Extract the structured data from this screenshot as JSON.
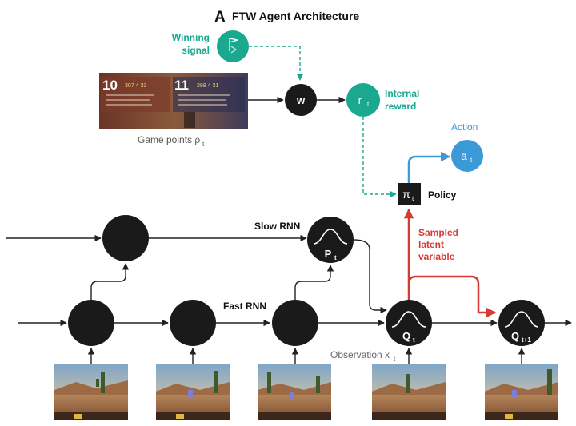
{
  "panel_letter": "A",
  "title": "FTW Agent Architecture",
  "labels": {
    "winning_signal_line1": "Winning",
    "winning_signal_line2": "signal",
    "game_points": "Game points ρ",
    "game_points_sub": "t",
    "internal_reward_line1": "Internal",
    "internal_reward_line2": "reward",
    "action": "Action",
    "policy": "Policy",
    "slow_rnn": "Slow RNN",
    "fast_rnn": "Fast RNN",
    "sampled_line1": "Sampled",
    "sampled_line2": "latent",
    "sampled_line3": "variable",
    "observation": "Observation x",
    "observation_sub": "t"
  },
  "nodes": {
    "w": "w",
    "r": "r",
    "r_sub": "t",
    "a": "a",
    "a_sub": "t",
    "pi": "π",
    "pi_sub": "t",
    "p": "P",
    "p_sub": "t",
    "q": "Q",
    "q_sub": "t",
    "q_next": "Q",
    "q_next_sub": "t+1"
  },
  "scoreboard": {
    "left_score": "10",
    "right_score": "11",
    "left_stats": "307   4   33",
    "right_stats": "299   4   31"
  },
  "colors": {
    "node": "#1a1a1a",
    "teal": "#1aa88f",
    "blue": "#3c99d8",
    "red": "#d63a35",
    "arrow": "#222222"
  }
}
